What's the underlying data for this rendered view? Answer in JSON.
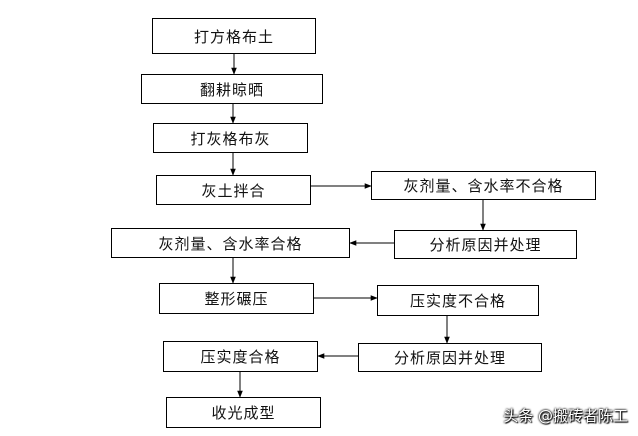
{
  "flow": {
    "main": [
      "打方格布土",
      "翻耕晾晒",
      "打灰格布灰",
      "灰土拌合",
      "灰剂量、含水率合格",
      "整形碾压",
      "压实度合格",
      "收光成型"
    ],
    "branch1": {
      "fail": "灰剂量、含水率不合格",
      "handle": "分析原因并处理"
    },
    "branch2": {
      "fail": "压实度不合格",
      "handle": "分析原因并处理"
    }
  },
  "watermark": "头条 @搬砖者陈工",
  "colors": {
    "line": "#000000",
    "box_border": "#000000"
  }
}
